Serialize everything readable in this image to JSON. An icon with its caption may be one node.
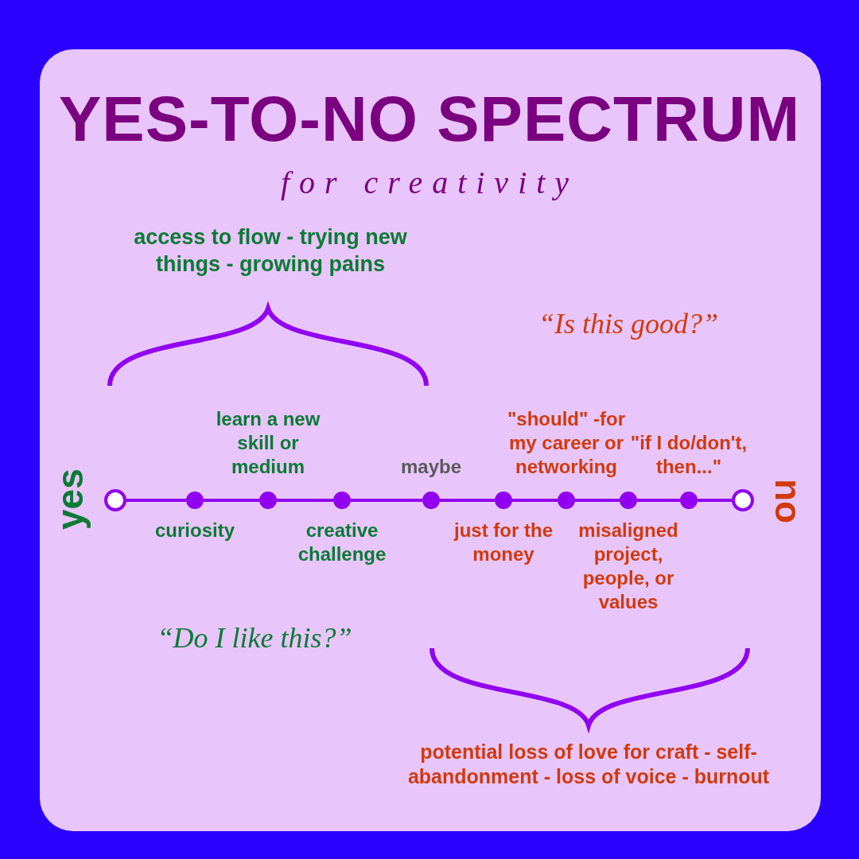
{
  "diagram": {
    "title": "YES-TO-NO SPECTRUM",
    "nodes": [
      {
        "text": [],
        "shape": "circle",
        "beside": [
          "yes"
        ]
      },
      {
        "text": [],
        "shape": "circle",
        "beside": [
          "curiosity"
        ]
      },
      {
        "text": [],
        "shape": "circle",
        "beside": [
          "learn a new skill or medium"
        ]
      },
      {
        "text": [],
        "shape": "circle",
        "beside": [
          "creative challenge"
        ]
      },
      {
        "text": [],
        "shape": "circle",
        "beside": [
          "maybe"
        ]
      },
      {
        "text": [],
        "shape": "circle",
        "beside": [
          "just for the money"
        ]
      },
      {
        "text": [],
        "shape": "circle",
        "beside": [
          "\"should\" -for my career or networking"
        ]
      },
      {
        "text": [],
        "shape": "circle",
        "beside": [
          "misaligned project, people, or values"
        ]
      },
      {
        "text": [],
        "shape": "circle",
        "beside": [
          "\"if I do/don't, then...\""
        ]
      },
      {
        "text": [],
        "shape": "circle",
        "beside": [
          "no"
        ]
      }
    ],
    "edges": [
      {
        "from": 0,
        "to": 1,
        "arrow": "none"
      },
      {
        "from": 1,
        "to": 2,
        "arrow": "none"
      },
      {
        "from": 2,
        "to": 3,
        "arrow": "none"
      },
      {
        "from": 3,
        "to": 4,
        "arrow": "none"
      },
      {
        "from": 4,
        "to": 5,
        "arrow": "none"
      },
      {
        "from": 5,
        "to": 6,
        "arrow": "none"
      },
      {
        "from": 6,
        "to": 7,
        "arrow": "none"
      },
      {
        "from": 7,
        "to": 8,
        "arrow": "none"
      },
      {
        "from": 8,
        "to": 9,
        "arrow": "none"
      }
    ],
    "labels": [
      "for creativity",
      "access to flow - trying new things - growing pains",
      "“Is this good?”",
      "“Do I like this?”",
      "potential loss of love for craft - self-abandonment - loss of voice - burnout"
    ]
  }
}
